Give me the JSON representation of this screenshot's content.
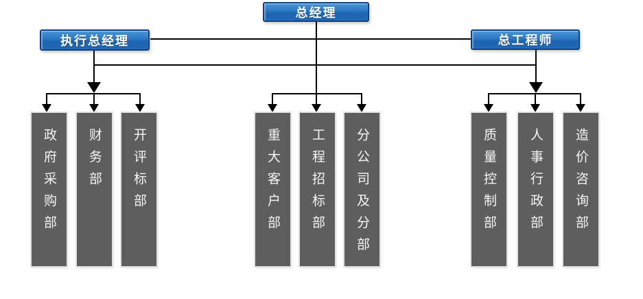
{
  "org": {
    "root": {
      "label": "总经理"
    },
    "managers": [
      {
        "label": "执行总经理"
      },
      {
        "label": "总工程师"
      }
    ],
    "branches": [
      {
        "parent": "执行总经理",
        "departments": [
          {
            "label": "政府采购部"
          },
          {
            "label": "财务部"
          },
          {
            "label": "开评标部"
          }
        ]
      },
      {
        "parent": "总经理",
        "departments": [
          {
            "label": "重大客户部"
          },
          {
            "label": "工程招标部"
          },
          {
            "label": "分公司及分部"
          }
        ]
      },
      {
        "parent": "总工程师",
        "departments": [
          {
            "label": "质量控制部"
          },
          {
            "label": "人事行政部"
          },
          {
            "label": "造价咨询部"
          }
        ]
      }
    ]
  },
  "colors": {
    "node_fill_top": "#4a94d6",
    "node_fill_bottom": "#2069b6",
    "node_border": "#0f3f80",
    "node_text": "#ffffff",
    "department_fill": "#5e5e5e",
    "department_text": "#f6f6f6",
    "connector": "#000000",
    "background": "#ffffff"
  }
}
